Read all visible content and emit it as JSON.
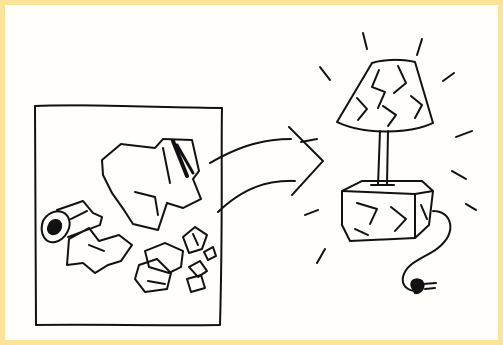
{
  "illustration": {
    "left_panel": "scraps-on-paper",
    "right_panel": "glowing-lamp",
    "connector": "arrow-right",
    "colors": {
      "ink": "#111111",
      "frame": "#fbe39a",
      "paper": "#fffefa"
    }
  }
}
